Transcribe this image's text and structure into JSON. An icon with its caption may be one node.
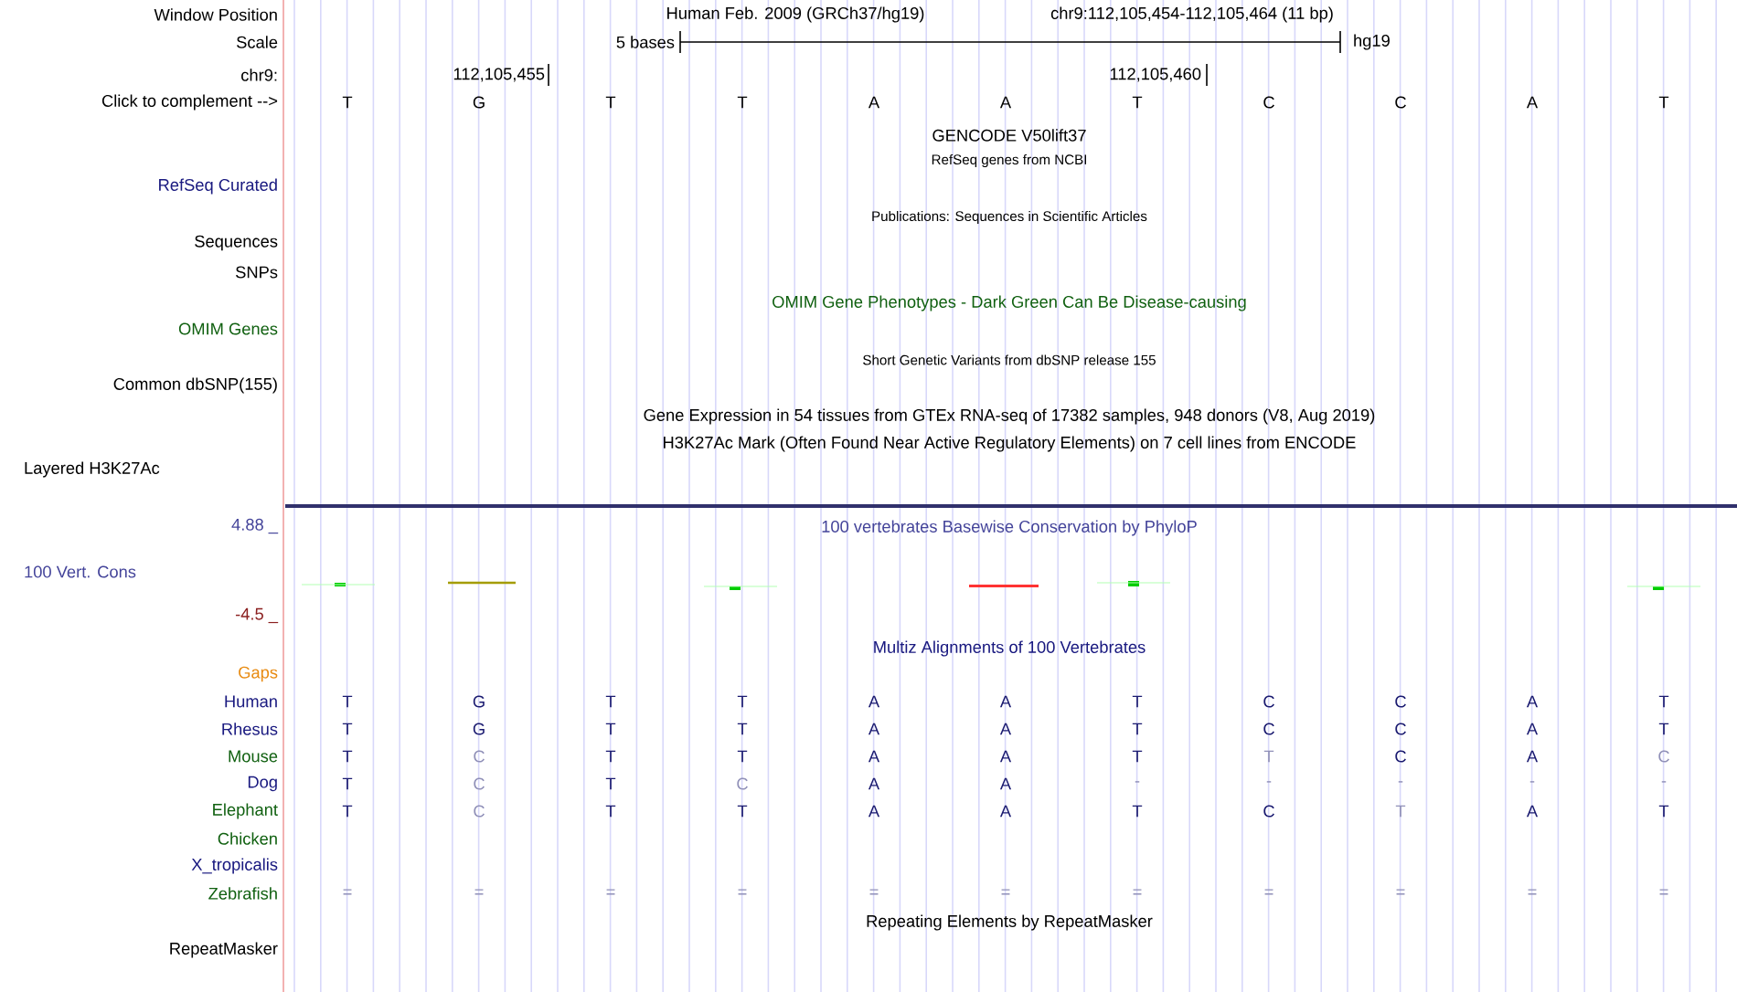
{
  "diagram": {
    "labels": [
      "Window Position",
      "Human Feb. 2009 (GRCh37/hg19)",
      "chr9:112,105,454-112,105,464 (11 bp)",
      "Scale",
      "5 bases",
      "hg19",
      "chr9:",
      "112,105,455",
      "112,105,460",
      "Click to complement -->",
      "T",
      "G",
      "T",
      "T",
      "A",
      "A",
      "T",
      "C",
      "C",
      "A",
      "T",
      "GENCODE V50lift37",
      "RefSeq genes from NCBI",
      "RefSeq Curated",
      "Publications: Sequences in Scientific Articles",
      "Sequences",
      "SNPs",
      "OMIM Gene Phenotypes - Dark Green Can Be Disease-causing",
      "OMIM Genes",
      "Short Genetic Variants from dbSNP release 155",
      "Common dbSNP(155)",
      "Gene Expression in 54 tissues from GTEx RNA-seq of 17382 samples, 948 donors (V8, Aug 2019)",
      "H3K27Ac Mark (Often Found Near Active Regulatory Elements) on 7 cell lines from ENCODE",
      "Layered H3K27Ac",
      "4.88 _",
      "100 vertebrates Basewise Conservation by PhyloP",
      "100 Vert. Cons",
      "-4.5 _",
      "Multiz Alignments of 100 Vertebrates",
      "Gaps",
      "Human",
      "T",
      "G",
      "T",
      "T",
      "A",
      "A",
      "T",
      "C",
      "C",
      "A",
      "T",
      "Rhesus",
      "T",
      "G",
      "T",
      "T",
      "A",
      "A",
      "T",
      "C",
      "C",
      "A",
      "T",
      "Mouse",
      "T",
      "C",
      "T",
      "T",
      "A",
      "A",
      "T",
      "T",
      "C",
      "A",
      "C",
      "Dog",
      "T",
      "C",
      "T",
      "C",
      "A",
      "A",
      "-",
      "-",
      "-",
      "-",
      "-",
      "Elephant",
      "T",
      "C",
      "T",
      "T",
      "A",
      "A",
      "T",
      "C",
      "T",
      "A",
      "T",
      "Chicken",
      "X_tropicalis",
      "Zebrafish",
      "=",
      "=",
      "=",
      "=",
      "=",
      "=",
      "=",
      "=",
      "=",
      "=",
      "=",
      "Repeating Elements by RepeatMasker",
      "RepeatMasker"
    ]
  }
}
